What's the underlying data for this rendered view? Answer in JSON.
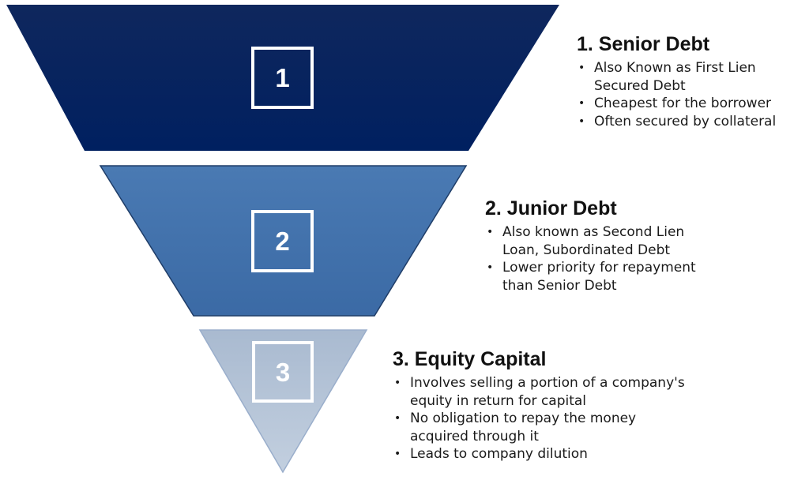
{
  "funnel": {
    "colors": {
      "tier1_top": "#0f275d",
      "tier1_bottom": "#002060",
      "tier2_top": "#4a7ab3",
      "tier2_bottom": "#3b6aa5",
      "tier3_top": "#a9bad0",
      "tier3_bottom": "#c2cfdf"
    },
    "labels": [
      "1",
      "2",
      "3"
    ]
  },
  "sections": [
    {
      "title": "1. Senior Debt",
      "bullets": [
        "Also Known as First Lien Secured Debt",
        "Cheapest for the borrower",
        "Often secured by collateral"
      ]
    },
    {
      "title": "2. Junior Debt",
      "bullets": [
        "Also known as Second Lien Loan, Subordinated Debt",
        "Lower priority for repayment than Senior Debt"
      ]
    },
    {
      "title": "3. Equity Capital",
      "bullets": [
        "Involves selling a portion of a company's equity in return for capital",
        "No obligation to repay the money acquired through it",
        "Leads to company dilution"
      ]
    }
  ]
}
